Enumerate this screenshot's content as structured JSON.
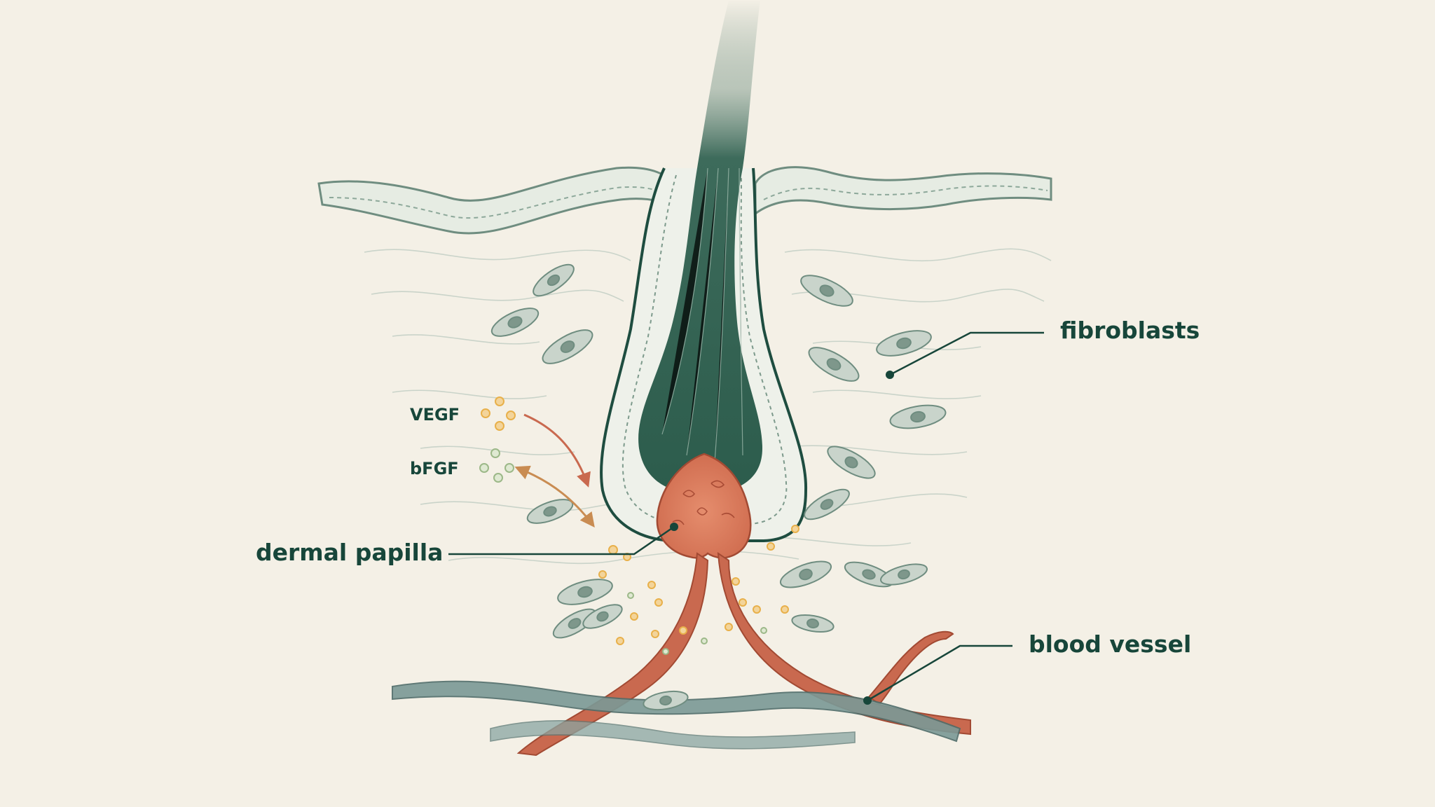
{
  "labels": {
    "fibroblasts": "fibroblasts",
    "dermal_papilla": "dermal papilla",
    "blood_vessel": "blood vessel",
    "vegf": "VEGF",
    "bfgf": "bFGF"
  },
  "colors": {
    "background": "#f4f0e6",
    "ink": "#17463a",
    "hair_shaft": "#2d5f4f",
    "papilla": "#d8775a",
    "artery": "#c9694f",
    "vein": "#6f8f8c",
    "vegf_dots": "#e8b04a",
    "bfgf_dots": "#9cb888",
    "tissue": "#a9beb2"
  }
}
